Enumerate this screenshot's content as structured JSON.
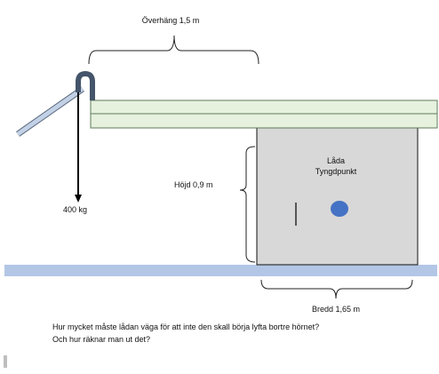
{
  "labels": {
    "overhang": "Överhäng 1,5 m",
    "box_title": "Låda",
    "center_of_gravity": "Tyngdpunkt",
    "height": "Höjd 0,9 m",
    "load": "400 kg",
    "width": "Bredd 1,65 m"
  },
  "question": {
    "line1": "Hur mycket måste lådan väga för att inte den skall börja lyfta bortre hörnet?",
    "line2": "Och hur räknar man ut det?"
  },
  "colors": {
    "plank": "#e6f1de",
    "plank_border": "#5f7a5a",
    "box": "#d8d8d8",
    "box_border": "#111111",
    "ground": "#b3c6e5",
    "cog": "#4472c4",
    "hook": "#44546a",
    "arm": "#c3d1e6"
  }
}
